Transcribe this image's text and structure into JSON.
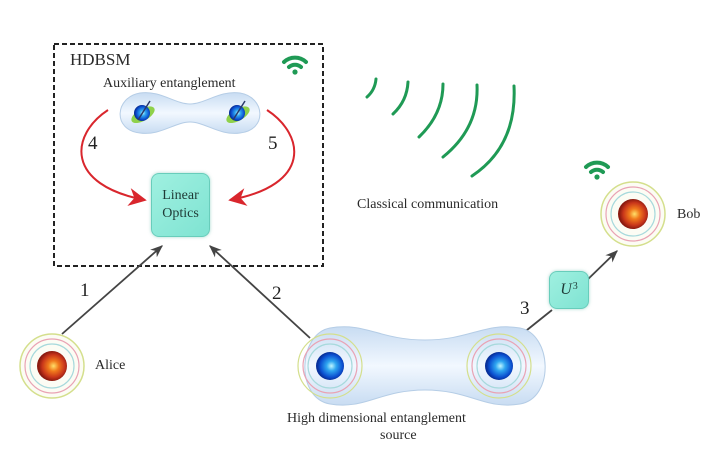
{
  "title": "HDBSM",
  "labels": {
    "auxiliary": "Auxiliary entanglement",
    "linear_optics_line1": "Linear",
    "linear_optics_line2": "Optics",
    "classical": "Classical communication",
    "alice": "Alice",
    "bob": "Bob",
    "source_line1": "High dimensional entanglement",
    "source_line2": "source",
    "unitary_base": "U",
    "unitary_exp": "3"
  },
  "path_numbers": [
    "1",
    "2",
    "3",
    "4",
    "5"
  ],
  "colors": {
    "wifi": "#1f9a55",
    "signal_arcs": "#1f9a55",
    "red_arrows": "#d9262d",
    "gray_arrows": "#444444",
    "box_fill": "#8eeadb",
    "dashed_border": "#222222"
  },
  "icons": [
    "wifi-icon",
    "signal-waves-icon",
    "photon-icon",
    "entangled-pair-icon"
  ]
}
